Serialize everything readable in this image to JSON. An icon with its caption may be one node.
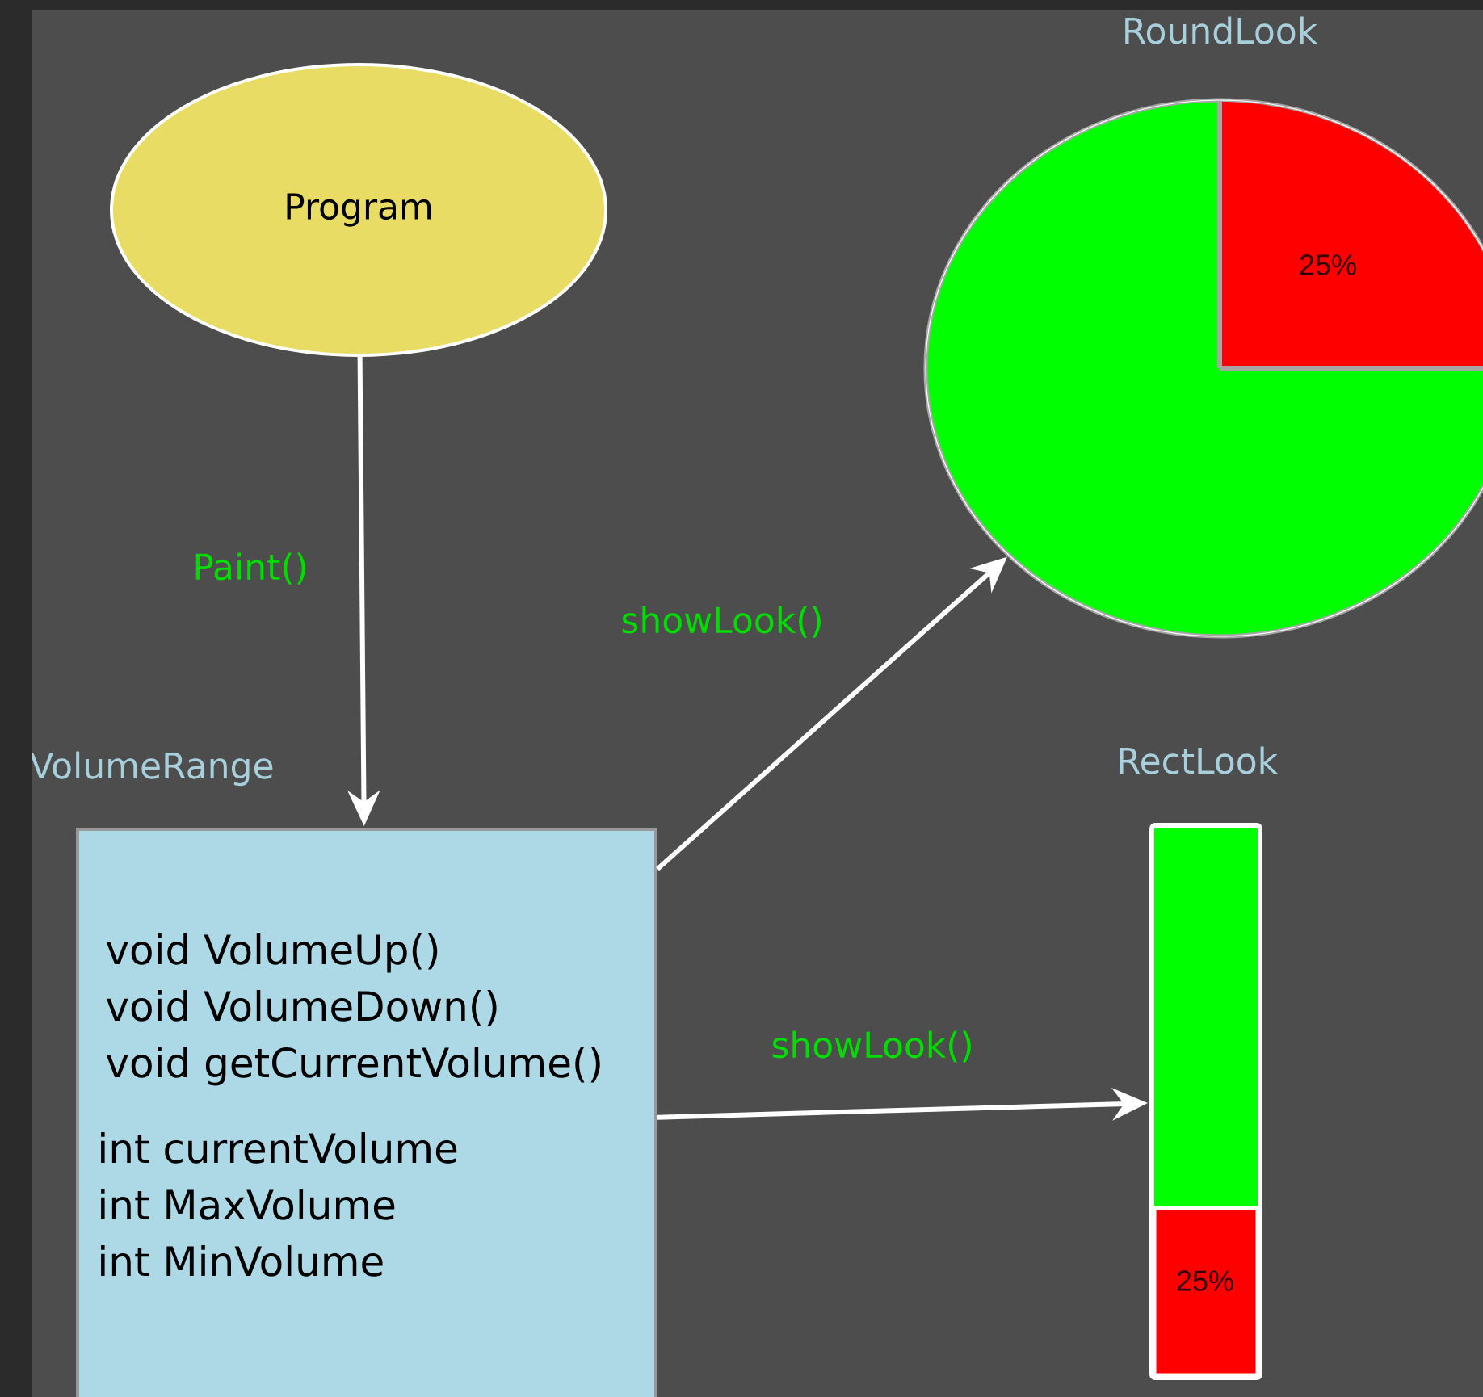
{
  "diagram": {
    "nodes": [
      {
        "text": [
          "Program"
        ]
      },
      {
        "text": [
          "VolumeRange",
          "void VolumeUp()",
          "void VolumeDown()",
          "void getCurrentVolume()",
          "int currentVolume",
          "int MaxVolume",
          "int MinVolume"
        ]
      },
      {
        "text": [
          "RoundLook",
          "25%"
        ]
      },
      {
        "text": [
          "RectLook",
          "25%"
        ]
      }
    ],
    "edges": [
      {
        "from": 0,
        "to": 1,
        "arrow": "to",
        "label": "Paint()"
      },
      {
        "from": 1,
        "to": 2,
        "arrow": "to",
        "label": "showLook()"
      },
      {
        "from": 1,
        "to": 3,
        "arrow": "to",
        "label": "showLook()"
      }
    ]
  }
}
